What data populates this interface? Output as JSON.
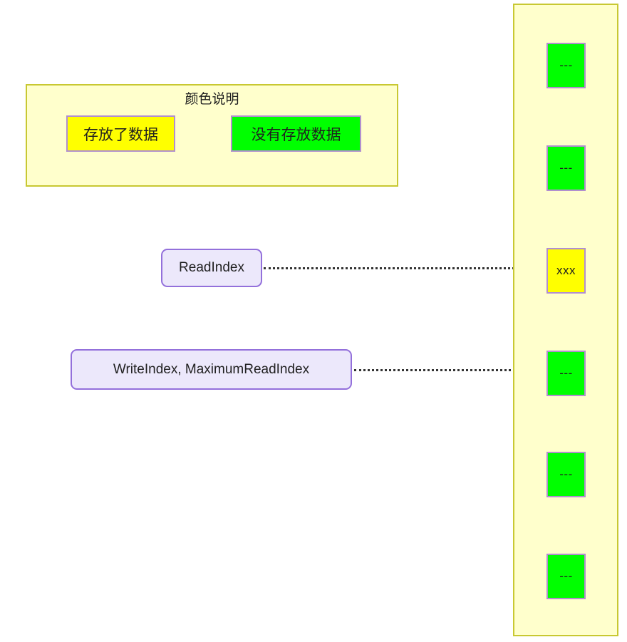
{
  "legend": {
    "title": "颜色说明",
    "items": [
      {
        "label": "存放了数据",
        "color": "#ffff00",
        "meaning": "stored-data"
      },
      {
        "label": "没有存放数据",
        "color": "#00ff00",
        "meaning": "no-data"
      }
    ]
  },
  "pointers": [
    {
      "id": "read-index",
      "label": "ReadIndex",
      "target_cell_index": 2
    },
    {
      "id": "write-index",
      "label": "WriteIndex, MaximumReadIndex",
      "target_cell_index": 3
    }
  ],
  "buffer": {
    "cells": [
      {
        "text": "---",
        "state": "empty",
        "color": "#00ff00"
      },
      {
        "text": "---",
        "state": "empty",
        "color": "#00ff00"
      },
      {
        "text": "xxx",
        "state": "filled",
        "color": "#ffff00"
      },
      {
        "text": "---",
        "state": "empty",
        "color": "#00ff00"
      },
      {
        "text": "---",
        "state": "empty",
        "color": "#00ff00"
      },
      {
        "text": "---",
        "state": "empty",
        "color": "#00ff00"
      }
    ]
  },
  "colors": {
    "panel_fill": "#ffffcc",
    "panel_border": "#c8c832",
    "cell_border": "#b18fcf",
    "label_fill": "#ece8fb",
    "label_border": "#9370db",
    "connector": "#333333"
  }
}
